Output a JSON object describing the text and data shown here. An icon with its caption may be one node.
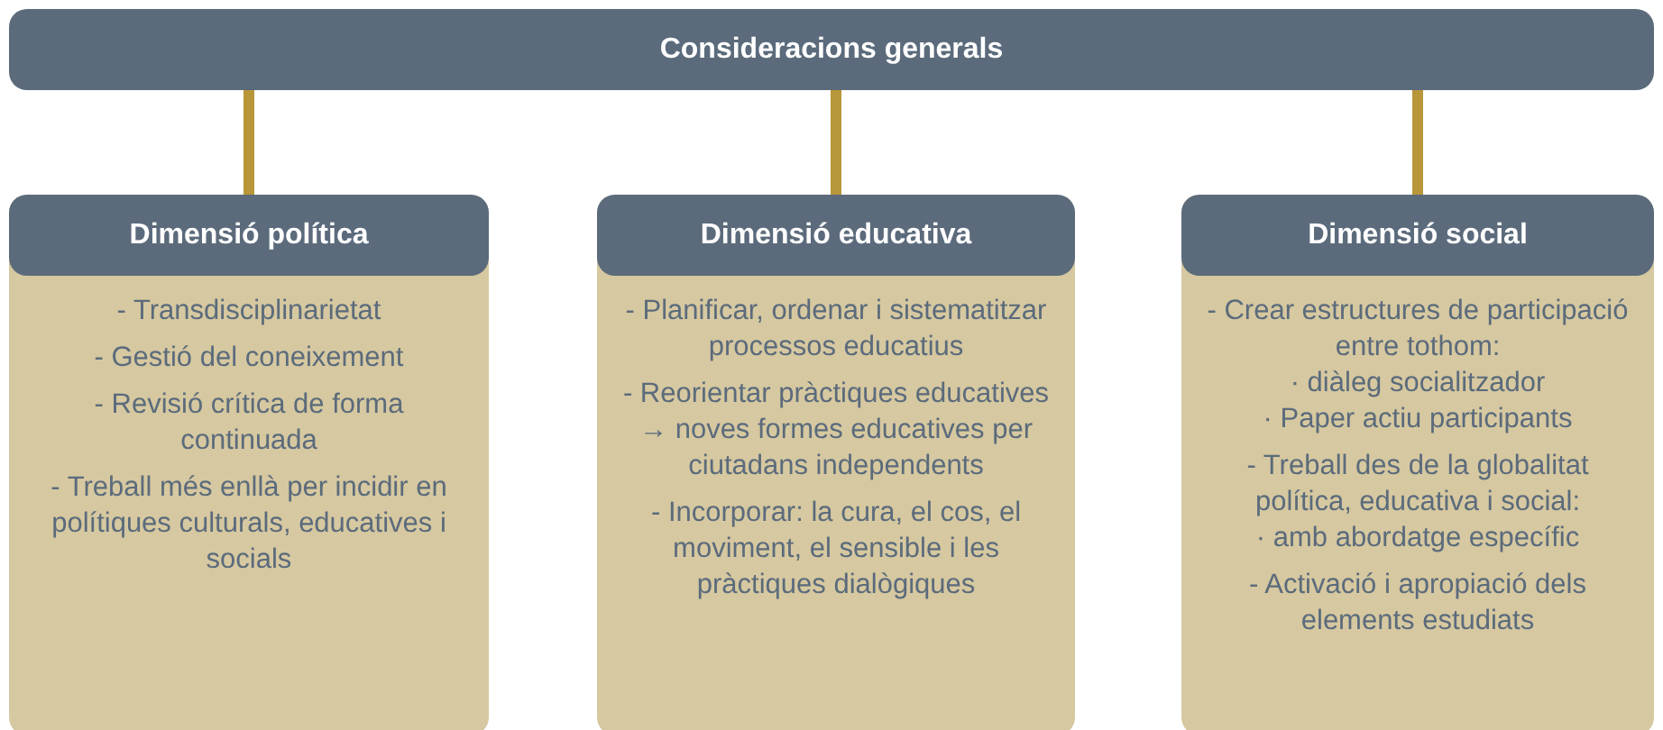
{
  "diagram": {
    "nodes": [
      {
        "text": [
          "Consideracions generals"
        ]
      },
      {
        "text": [
          "Dimensió política",
          "- Transdisciplinarietat",
          "- Gestió del coneixement",
          "- Revisió crítica de forma continuada",
          "- Treball més enllà per incidir en polítiques culturals, educatives i socials"
        ]
      },
      {
        "text": [
          "Dimensió educativa",
          "- Planificar, ordenar i sistematitzar processos educatius",
          "- Reorientar pràctiques educatives → noves formes educatives per ciutadans independents",
          "- Incorporar: la cura, el cos, el moviment, el sensible i les pràctiques dialògiques"
        ]
      },
      {
        "text": [
          "Dimensió social",
          "- Crear estructures de participació entre tothom:",
          "· diàleg socialitzador",
          "· Paper actiu participants",
          "- Treball des de la globalitat política, educativa i social:",
          "· amb abordatge específic",
          "- Activació i apropiació dels elements estudiats"
        ]
      }
    ],
    "edges": [
      {
        "from": 0,
        "to": 1,
        "arrow": "none"
      },
      {
        "from": 0,
        "to": 2,
        "arrow": "none"
      },
      {
        "from": 0,
        "to": 3,
        "arrow": "none"
      }
    ]
  }
}
